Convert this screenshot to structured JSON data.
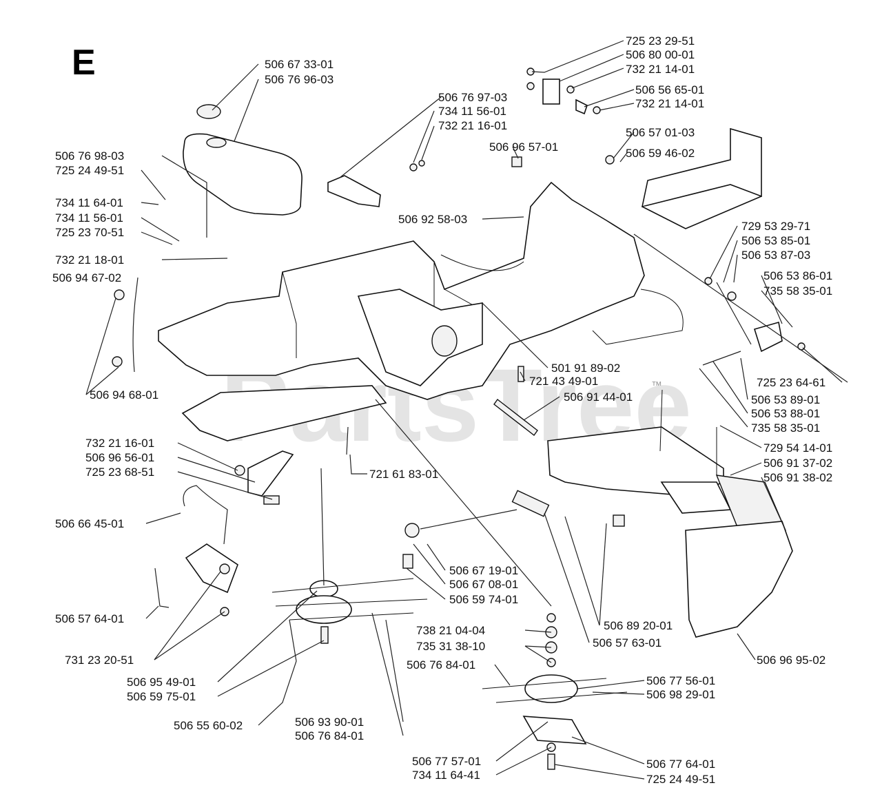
{
  "section_letter": "E",
  "watermark": "PartsTree",
  "watermark_mark": "™",
  "labels": [
    "725 23 29-51",
    "506 80 00-01",
    "732 21 14-01",
    "506 56 65-01",
    "732 21 14-01",
    "506 67 33-01",
    "506 76 96-03",
    "506 76 97-03",
    "734 11 56-01",
    "732 21 16-01",
    "506 57 01-03",
    "506 59 46-02",
    "506 96 57-01",
    "506 76 98-03",
    "725 24 49-51",
    "734 11 64-01",
    "734 11 56-01",
    "725 23 70-51",
    "732 21 18-01",
    "506 92 58-03",
    "506 94 67-02",
    "729 53 29-71",
    "506 53 85-01",
    "506 53 87-03",
    "506 53 86-01",
    "735 58 35-01",
    "501 91 89-02",
    "725 23 64-61",
    "721 43 49-01",
    "506 91 44-01",
    "506 53 89-01",
    "506 53 88-01",
    "735 58 35-01",
    "506 94 68-01",
    "729 54 14-01",
    "506 91 37-02",
    "506 91 38-02",
    "732 21 16-01",
    "506 96 56-01",
    "725 23 68-51",
    "721 61 83-01",
    "506 66 45-01",
    "506 67 19-01",
    "506 67 08-01",
    "506 59 74-01",
    "506 57 64-01",
    "506 89 20-01",
    "738 21 04-04",
    "506 57 63-01",
    "735 31 38-10",
    "731 23 20-51",
    "506 96 95-02",
    "506 76 84-01",
    "506 95 49-01",
    "506 77 56-01",
    "506 59 75-01",
    "506 98 29-01",
    "506 55 60-02",
    "506 93 90-01",
    "506 76 84-01",
    "506 77 57-01",
    "506 77 64-01",
    "734 11 64-41",
    "725 24 49-51"
  ]
}
